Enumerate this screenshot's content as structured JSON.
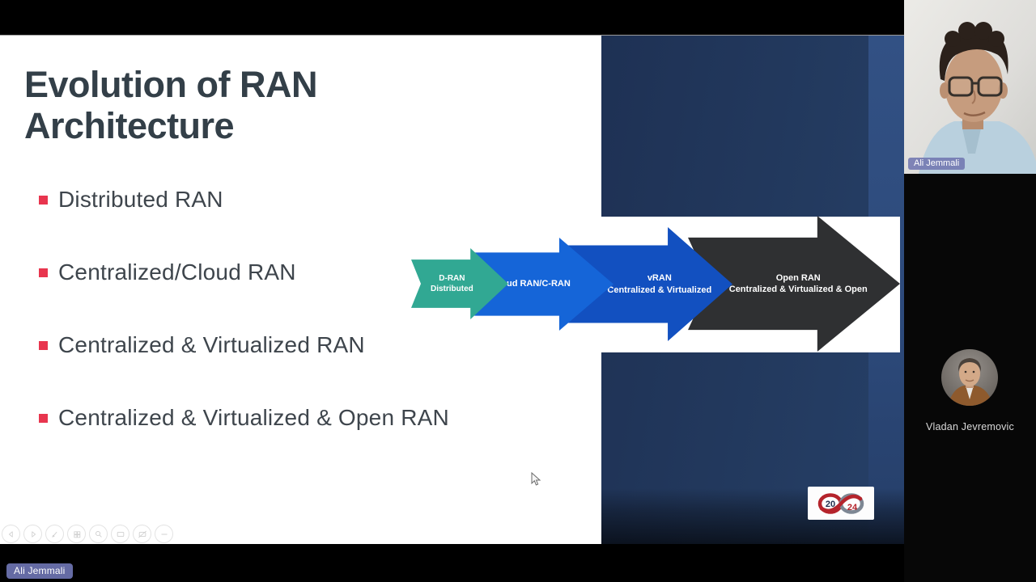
{
  "window": {
    "presenter_badge": "Ali Jemmali"
  },
  "slide": {
    "title_lines": [
      "Evolution of RAN",
      "Architecture"
    ],
    "bullets": [
      "Distributed RAN",
      "Centralized/Cloud RAN",
      "Centralized & Virtualized RAN",
      "Centralized & Virtualized & Open RAN"
    ],
    "diagram": {
      "stages": [
        {
          "name": "D-RAN",
          "subtitle": "Distributed",
          "color": "#31a893"
        },
        {
          "name": "Cloud RAN/C-RAN",
          "subtitle": "",
          "color": "#1565d8"
        },
        {
          "name": "vRAN",
          "subtitle": "Centralized & Virtualized",
          "color": "#1250c0"
        },
        {
          "name": "Open RAN",
          "subtitle": "Centralized & Virtualized & Open",
          "color": "#2f3032"
        }
      ]
    },
    "logo": {
      "year_left": "20",
      "year_right": "24"
    }
  },
  "toolbar": {
    "icons": [
      "previous-slide",
      "next-slide",
      "annotate-pen",
      "slide-grid",
      "zoom-magnifier",
      "monitor-view",
      "stop-annotation",
      "more-options"
    ]
  },
  "participants": [
    {
      "name": "Ali Jemmali",
      "video_on": true
    },
    {
      "name": "Vladan Jevremovic",
      "video_on": false
    }
  ],
  "colors": {
    "bullet_red": "#e8354e",
    "title_text": "#333f48",
    "navy_panel": "#233a5f",
    "badge_bg": "#6a71ad"
  }
}
